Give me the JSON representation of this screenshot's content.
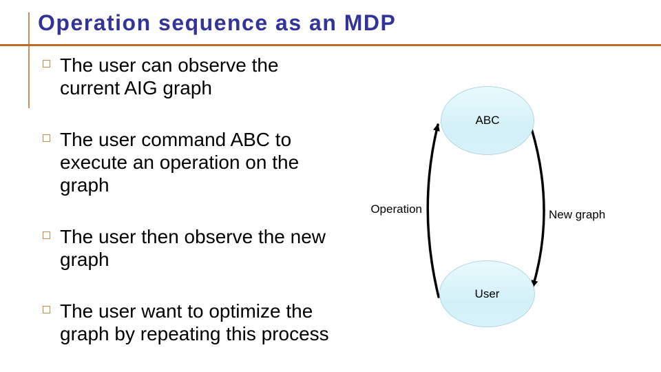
{
  "slide": {
    "title": "Operation sequence as an MDP",
    "bullets": [
      "The user can observe the current AIG graph",
      "The user command ABC to execute an operation on the graph",
      "The user then observe the new graph",
      "The user want to optimize the graph by repeating this process"
    ],
    "diagram": {
      "type": "cycle",
      "nodes": [
        {
          "id": "abc",
          "label": "ABC"
        },
        {
          "id": "user",
          "label": "User"
        }
      ],
      "edges": [
        {
          "from": "user",
          "to": "abc",
          "label": "Operation"
        },
        {
          "from": "abc",
          "to": "user",
          "label": "New graph"
        }
      ]
    },
    "colors": {
      "title_text": "#333399",
      "title_rule": "#bd6a2a",
      "accent_line": "#d08c54",
      "bullet_marker": "#bf8e55",
      "body_text": "#000000",
      "node_fill": "#d9f3f9",
      "node_border": "#b5d6dd",
      "arrow": "#000000",
      "background": "#ffffff"
    }
  }
}
